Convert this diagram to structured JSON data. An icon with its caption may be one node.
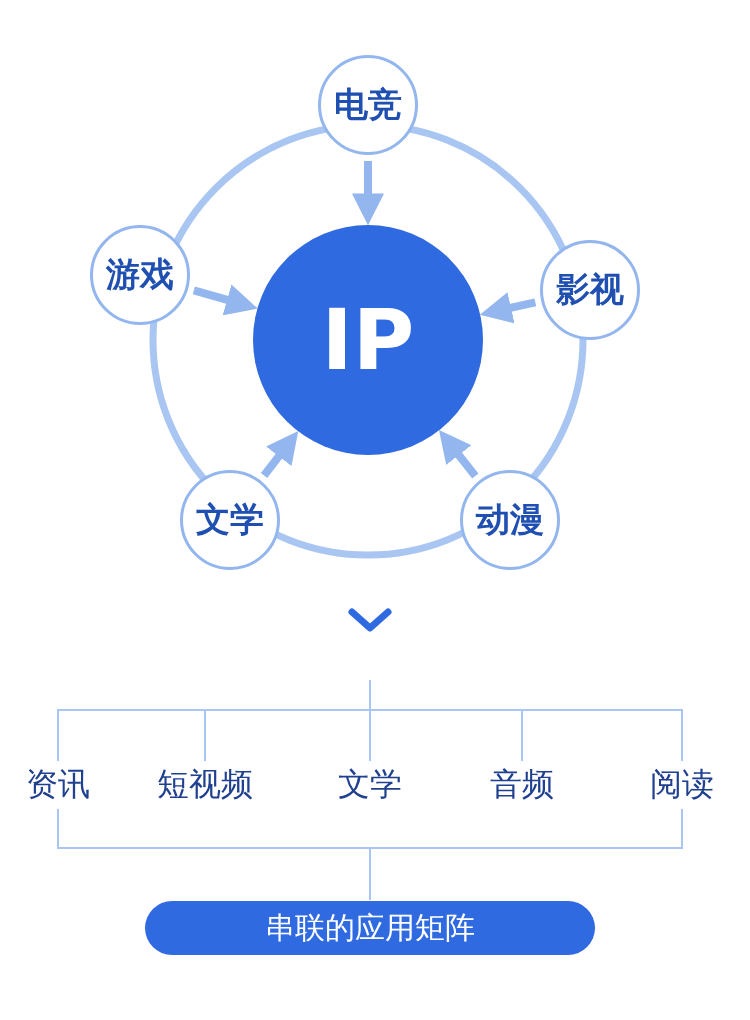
{
  "diagram": {
    "nodes": [
      {
        "text": [
          "电竞"
        ]
      },
      {
        "text": [
          "游戏"
        ]
      },
      {
        "text": [
          "影视"
        ]
      },
      {
        "text": [
          "IP"
        ]
      },
      {
        "text": [
          "文学"
        ]
      },
      {
        "text": [
          "动漫"
        ]
      },
      {
        "text": [
          "资讯"
        ]
      },
      {
        "text": [
          "短视频"
        ]
      },
      {
        "text": [
          "文学"
        ]
      },
      {
        "text": [
          "音频"
        ]
      },
      {
        "text": [
          "阅读"
        ]
      },
      {
        "text": [
          "串联的应用矩阵"
        ]
      }
    ],
    "edges": [
      {
        "from": 0,
        "to": 3,
        "arrow": "to",
        "style": "thick"
      },
      {
        "from": 1,
        "to": 3,
        "arrow": "to",
        "style": "thick"
      },
      {
        "from": 2,
        "to": 3,
        "arrow": "to",
        "style": "thick"
      },
      {
        "from": 4,
        "to": 3,
        "arrow": "to",
        "style": "thick"
      },
      {
        "from": 5,
        "to": 3,
        "arrow": "to",
        "style": "thick"
      },
      {
        "from": null,
        "to": 6,
        "arrow": "none"
      },
      {
        "from": null,
        "to": 7,
        "arrow": "none"
      },
      {
        "from": null,
        "to": 8,
        "arrow": "none"
      },
      {
        "from": null,
        "to": 9,
        "arrow": "none"
      },
      {
        "from": null,
        "to": 10,
        "arrow": "none"
      },
      {
        "from": 6,
        "to": 11,
        "arrow": "none"
      },
      {
        "from": 10,
        "to": 11,
        "arrow": "none"
      }
    ]
  }
}
